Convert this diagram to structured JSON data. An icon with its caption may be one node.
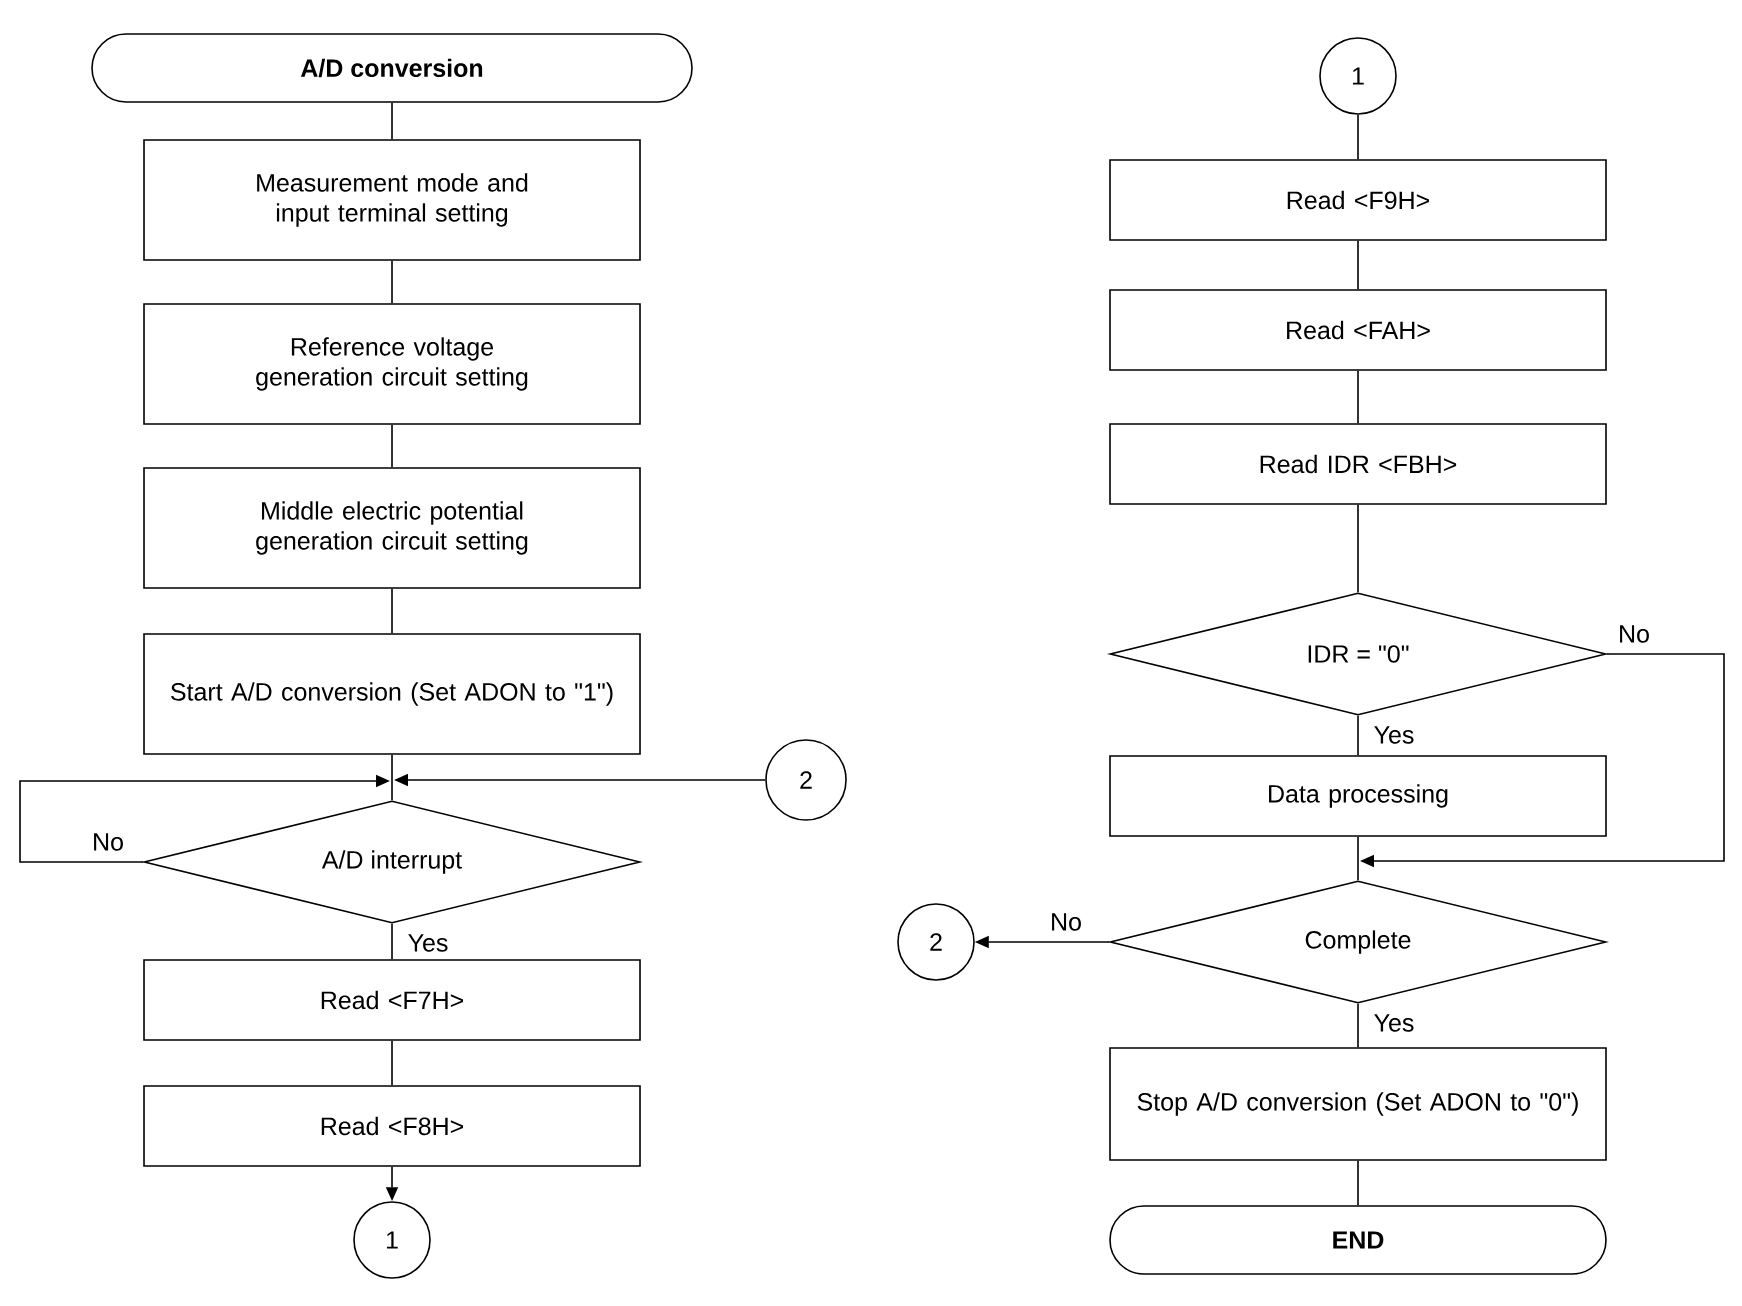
{
  "diagram": {
    "nodes": [
      {
        "text": [
          "A/D conversion"
        ]
      },
      {
        "text": [
          "Measurement mode and input terminal setting"
        ]
      },
      {
        "text": [
          "Reference voltage generation circuit setting"
        ]
      },
      {
        "text": [
          "Middle electric potential generation circuit setting"
        ]
      },
      {
        "text": [
          "Start A/D conversion (Set ADON to \"1\")"
        ]
      },
      {
        "text": [
          "2"
        ]
      },
      {
        "text": [
          "A/D interrupt"
        ]
      },
      {
        "text": [
          "Read <F7H>"
        ]
      },
      {
        "text": [
          "Read <F8H>"
        ]
      },
      {
        "text": [
          "1"
        ]
      },
      {
        "text": [
          "1"
        ]
      },
      {
        "text": [
          "Read <F9H>"
        ]
      },
      {
        "text": [
          "Read <FAH>"
        ]
      },
      {
        "text": [
          "Read IDR <FBH>"
        ]
      },
      {
        "text": [
          "IDR = \"0\""
        ]
      },
      {
        "text": [
          "Data processing"
        ]
      },
      {
        "text": [
          "Complete"
        ]
      },
      {
        "text": [
          "2"
        ]
      },
      {
        "text": [
          "Stop A/D conversion (Set ADON to \"0\")"
        ]
      },
      {
        "text": [
          "END"
        ]
      }
    ],
    "edges": [
      {
        "from": 0,
        "to": 1,
        "arrow": "none"
      },
      {
        "from": 1,
        "to": 2,
        "arrow": "none"
      },
      {
        "from": 2,
        "to": 3,
        "arrow": "none"
      },
      {
        "from": 3,
        "to": 4,
        "arrow": "none"
      },
      {
        "from": 4,
        "to": 6,
        "arrow": "none"
      },
      {
        "from": 5,
        "to": 6,
        "arrow": "to"
      },
      {
        "from": 6,
        "to": 6,
        "arrow": "to",
        "label": "No"
      },
      {
        "from": 6,
        "to": 7,
        "arrow": "none",
        "label": "Yes"
      },
      {
        "from": 7,
        "to": 8,
        "arrow": "none"
      },
      {
        "from": 8,
        "to": 9,
        "arrow": "to"
      },
      {
        "from": 10,
        "to": 11,
        "arrow": "none"
      },
      {
        "from": 11,
        "to": 12,
        "arrow": "none"
      },
      {
        "from": 12,
        "to": 13,
        "arrow": "none"
      },
      {
        "from": 13,
        "to": 14,
        "arrow": "none"
      },
      {
        "from": 14,
        "to": 15,
        "arrow": "none",
        "label": "Yes"
      },
      {
        "from": 14,
        "to": 16,
        "arrow": "to",
        "label": "No"
      },
      {
        "from": 15,
        "to": 16,
        "arrow": "none"
      },
      {
        "from": 16,
        "to": 17,
        "arrow": "to",
        "label": "No"
      },
      {
        "from": 16,
        "to": 18,
        "arrow": "none",
        "label": "Yes"
      },
      {
        "from": 18,
        "to": 19,
        "arrow": "none"
      }
    ]
  }
}
